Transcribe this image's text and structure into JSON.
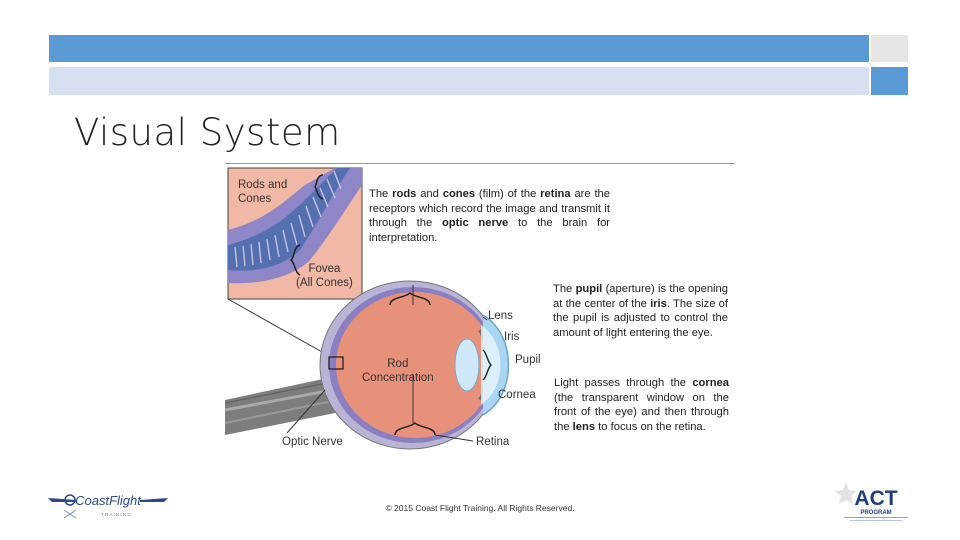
{
  "slide": {
    "title": "Visual System",
    "footer": "© 2015 Coast Flight Training. All Rights Reserved."
  },
  "diagram": {
    "labels": {
      "rods_cones": [
        "Rods and",
        "Cones"
      ],
      "fovea": [
        "Fovea",
        "(All Cones)"
      ],
      "lens": "Lens",
      "iris": "Iris",
      "pupil": "Pupil",
      "cornea": "Cornea",
      "retina": "Retina",
      "optic_nerve": "Optic Nerve",
      "rod_concentration": [
        "Rod",
        "Concentration"
      ]
    },
    "descriptions": {
      "retina": [
        {
          "t": "The ",
          "b": false
        },
        {
          "t": "rods",
          "b": true
        },
        {
          "t": " and ",
          "b": false
        },
        {
          "t": "cones",
          "b": true
        },
        {
          "t": " (film) of the ",
          "b": false
        },
        {
          "t": "retina",
          "b": true
        },
        {
          "t": " are the receptors which record the image and transmit it through the ",
          "b": false
        },
        {
          "t": "optic nerve",
          "b": true
        },
        {
          "t": " to the brain for interpretation.",
          "b": false
        }
      ],
      "pupil": [
        {
          "t": "The ",
          "b": false
        },
        {
          "t": "pupil",
          "b": true
        },
        {
          "t": " (aperture) is the opening at the center of the ",
          "b": false
        },
        {
          "t": "iris",
          "b": true
        },
        {
          "t": ". The size of the pupil is adjusted to control the amount of light entering the eye.",
          "b": false
        }
      ],
      "cornea": [
        {
          "t": "Light passes through the ",
          "b": false
        },
        {
          "t": "cornea",
          "b": true
        },
        {
          "t": " (the transparent window on the front of the eye) and then through the ",
          "b": false
        },
        {
          "t": "lens",
          "b": true
        },
        {
          "t": " to focus on the retina.",
          "b": false
        }
      ]
    }
  },
  "logos": {
    "left": {
      "text_main": "CoastFlight",
      "text_sub": "T R A I N I N G"
    },
    "right": {
      "text_main": "ACT",
      "text_sub": "PROGRAM"
    }
  },
  "colors": {
    "band_dark": "#5b9bd5",
    "band_light": "#d6e0f0",
    "eye_interior": "#e8917a",
    "retina": "#8a7fc0",
    "sclera": "#b9b4d6",
    "nerve": "#7d7d7d",
    "cornea": "#8ec8ee"
  }
}
